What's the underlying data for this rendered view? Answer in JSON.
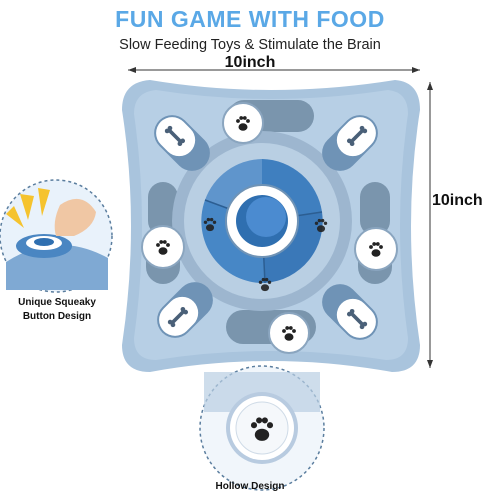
{
  "header": {
    "title": "FUN GAME WITH FOOD",
    "subtitle": "Slow Feeding Toys & Stimulate the Brain"
  },
  "dimensions": {
    "width_label": "10inch",
    "height_label": "10inch"
  },
  "callouts": {
    "squeaky_line1": "Unique Squeaky",
    "squeaky_line2": "Button Design",
    "hollow": "Hollow Design"
  },
  "colors": {
    "title": "#5aa8e6",
    "toy_base": "#a9c4dd",
    "toy_dark": "#3f7fbf",
    "white_piece": "#ffffff"
  }
}
